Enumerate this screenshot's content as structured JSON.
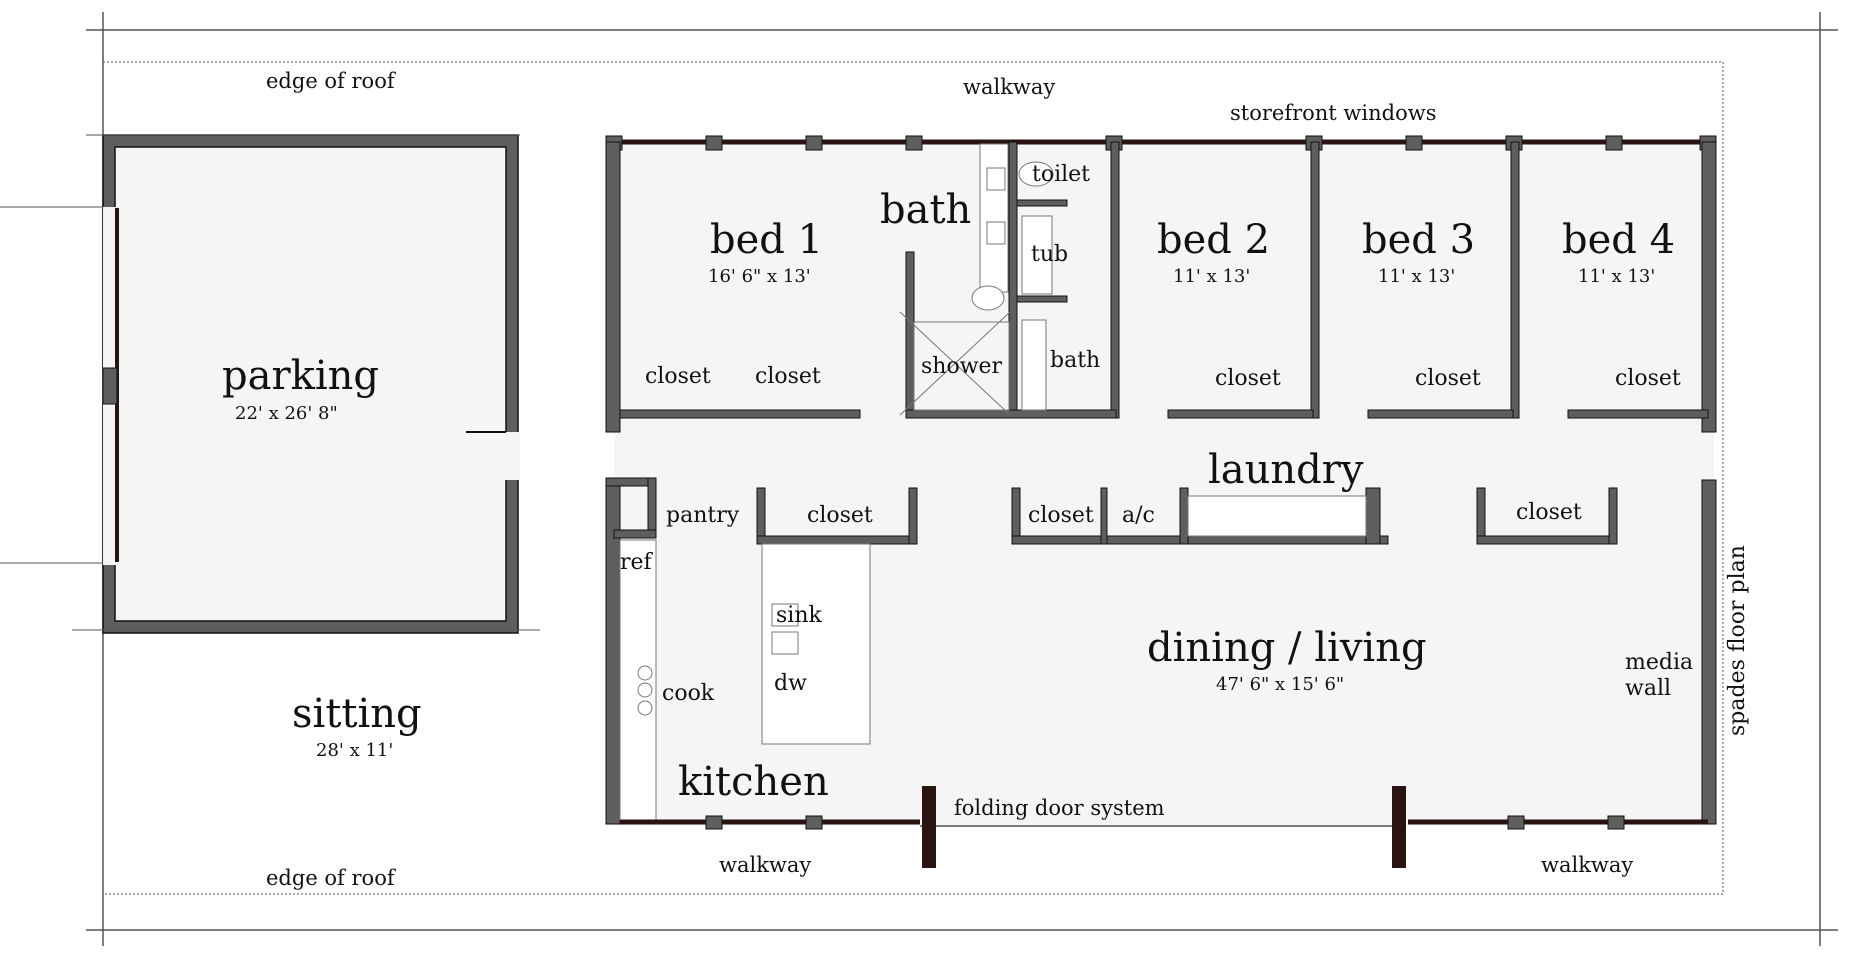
{
  "title": "spades floor plan",
  "colors": {
    "wall": "#5e5e5e",
    "floor": "#f5f5f5",
    "window": "#2a1412",
    "line": "#555555"
  },
  "exterior": {
    "edge_of_roof_top": "edge of roof",
    "edge_of_roof_bottom": "edge of roof",
    "walkway_top": "walkway",
    "walkway_bottom_left": "walkway",
    "walkway_bottom_right": "walkway",
    "storefront_windows": "storefront windows",
    "folding_door_system": "folding door system"
  },
  "rooms": {
    "parking": {
      "name": "parking",
      "dims": "22' x 26' 8\""
    },
    "sitting": {
      "name": "sitting",
      "dims": "28' x 11'"
    },
    "bed1": {
      "name": "bed 1",
      "dims": "16' 6\" x 13'"
    },
    "bed2": {
      "name": "bed 2",
      "dims": "11' x 13'"
    },
    "bed3": {
      "name": "bed 3",
      "dims": "11' x 13'"
    },
    "bed4": {
      "name": "bed 4",
      "dims": "11' x 13'"
    },
    "bath_main": {
      "name": "bath"
    },
    "bath_small": {
      "name": "bath"
    },
    "dining_living": {
      "name": "dining / living",
      "dims": "47' 6\" x 15' 6\""
    },
    "kitchen": {
      "name": "kitchen"
    },
    "laundry": {
      "name": "laundry"
    }
  },
  "fixtures": {
    "toilet": "toilet",
    "tub": "tub",
    "shower": "shower",
    "closets": [
      "closet",
      "closet",
      "closet",
      "closet",
      "closet",
      "closet",
      "closet",
      "closet"
    ],
    "pantry": "pantry",
    "ref": "ref",
    "cook": "cook",
    "sink": "sink",
    "dw": "dw",
    "ac": "a/c",
    "media_wall": [
      "media",
      "wall"
    ]
  }
}
